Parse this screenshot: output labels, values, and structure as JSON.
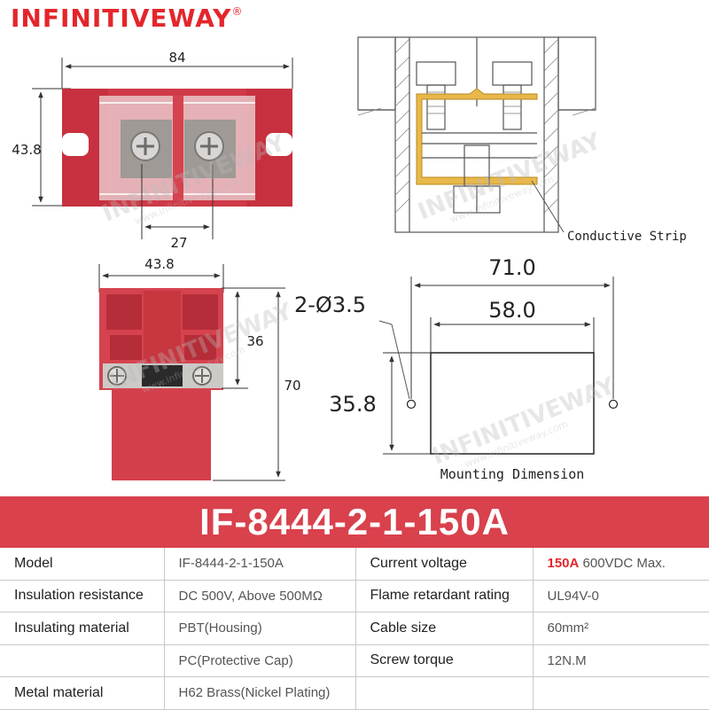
{
  "brand": {
    "name": "INFINITIVEWAY",
    "mark": "®"
  },
  "watermark": {
    "text": "INFINITIVEWAY",
    "url": "www.infinitiveway.com"
  },
  "drawings": {
    "top_view": {
      "width": "84",
      "height": "43.8",
      "pitch": "27"
    },
    "section": {
      "callout": "Conductive Strip"
    },
    "side_view": {
      "width": "43.8",
      "inner_height": "36",
      "height": "70"
    },
    "mounting": {
      "outer": "71.0",
      "inner": "58.0",
      "holes": "2-Ø3.5",
      "height": "35.8",
      "caption": "Mounting Dimension"
    }
  },
  "colors": {
    "brand": "#e4262c",
    "housing": "#d5434f",
    "banner": "#d9414d",
    "strip": "#e9b84a"
  },
  "banner": {
    "title": "IF-8444-2-1-150A"
  },
  "specs": {
    "rows": [
      {
        "k1": "Model",
        "v1": "IF-8444-2-1-150A",
        "k2": "Current voltage",
        "v2a": "150A",
        "v2b": " 600VDC Max."
      },
      {
        "k1": "Insulation resistance",
        "v1": "DC 500V, Above 500MΩ",
        "k2": "Flame retardant rating",
        "v2a": "",
        "v2b": "UL94V-0"
      },
      {
        "k1": "Insulating material",
        "v1": "PBT(Housing)",
        "k2": "Cable size",
        "v2a": "",
        "v2b": "60mm²"
      },
      {
        "k1": "",
        "v1": "PC(Protective Cap)",
        "k2": "Screw torque",
        "v2a": "",
        "v2b": "12N.M"
      },
      {
        "k1": "Metal material",
        "v1": "H62 Brass(Nickel Plating)",
        "k2": "",
        "v2a": "",
        "v2b": ""
      }
    ]
  }
}
